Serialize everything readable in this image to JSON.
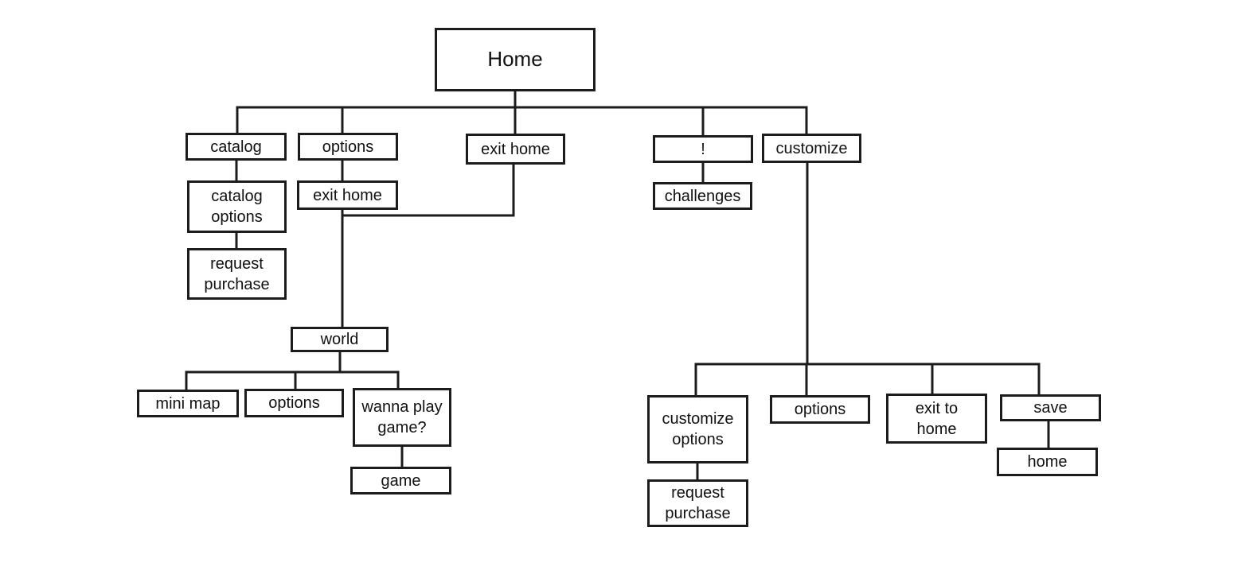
{
  "diagram": {
    "description": "Game UI navigation flowchart starting at Home",
    "colors": {
      "line": "#1c1c1c",
      "box_border": "#1c1c1c",
      "box_fill": "#ffffff",
      "background": "#ffffff",
      "text": "#111111"
    },
    "nodes": {
      "home": {
        "label": "Home"
      },
      "catalog": {
        "label": "catalog"
      },
      "options_home": {
        "label": "options"
      },
      "exit_home_top": {
        "label": "exit home"
      },
      "alert": {
        "label": "!"
      },
      "customize": {
        "label": "customize"
      },
      "catalog_options": {
        "label": [
          "catalog",
          "options"
        ]
      },
      "request_purchase_left": {
        "label": [
          "request",
          "purchase"
        ]
      },
      "exit_home_sub": {
        "label": "exit home"
      },
      "challenges": {
        "label": "challenges"
      },
      "world": {
        "label": "world"
      },
      "mini_map": {
        "label": "mini map"
      },
      "options_world": {
        "label": "options"
      },
      "wanna_play_game": {
        "label": [
          "wanna play",
          "game?"
        ]
      },
      "game": {
        "label": "game"
      },
      "customize_options": {
        "label": [
          "customize",
          "options"
        ]
      },
      "request_purchase_right": {
        "label": [
          "request",
          "purchase"
        ]
      },
      "options_customize": {
        "label": "options"
      },
      "exit_to_home": {
        "label": [
          "exit to",
          "home"
        ]
      },
      "save": {
        "label": "save"
      },
      "home_sub": {
        "label": "home"
      }
    },
    "edges": [
      "home -> catalog",
      "home -> options_home",
      "home -> exit_home_top",
      "home -> alert",
      "home -> customize",
      "catalog -> catalog_options",
      "catalog_options -> request_purchase_left",
      "options_home -> exit_home_sub",
      "exit_home_sub -> world",
      "exit_home_top -> world",
      "alert -> challenges",
      "world -> mini_map",
      "world -> options_world",
      "world -> wanna_play_game",
      "wanna_play_game -> game",
      "customize -> customize_options",
      "customize -> options_customize",
      "customize -> exit_to_home",
      "customize -> save",
      "customize_options -> request_purchase_right",
      "save -> home_sub"
    ]
  }
}
